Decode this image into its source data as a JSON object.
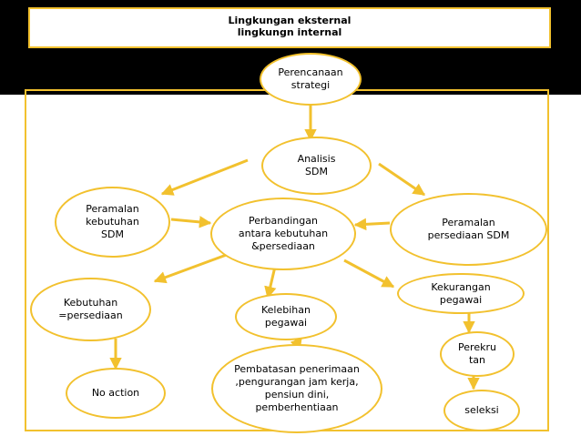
{
  "colors": {
    "accent": "#f2c12e",
    "band": "#000000",
    "arrow": "#f2c12e"
  },
  "header": {
    "line1": "Lingkungan eksternal",
    "line2": "lingkungn internal"
  },
  "nodes": {
    "perencanaan": "Perencanaan\nstrategi",
    "analisis": "Analisis\nSDM",
    "peramalan_kebutuhan": "Peramalan\nkebutuhan\nSDM",
    "perbandingan": "Perbandingan\nantara kebutuhan\n&persediaan",
    "peramalan_persediaan": "Peramalan\npersediaan SDM",
    "kebutuhan_persediaan": "Kebutuhan\n=persediaan",
    "kelebihan": "Kelebihan\npegawai",
    "kekurangan": "Kekurangan\npegawai",
    "perekrutan": "Perekru\ntan",
    "pembatasan": "Pembatasan penerimaan\n,pengurangan jam kerja,\npensiun dini,\npemberhentiaan",
    "no_action": "No action",
    "seleksi": "seleksi"
  }
}
